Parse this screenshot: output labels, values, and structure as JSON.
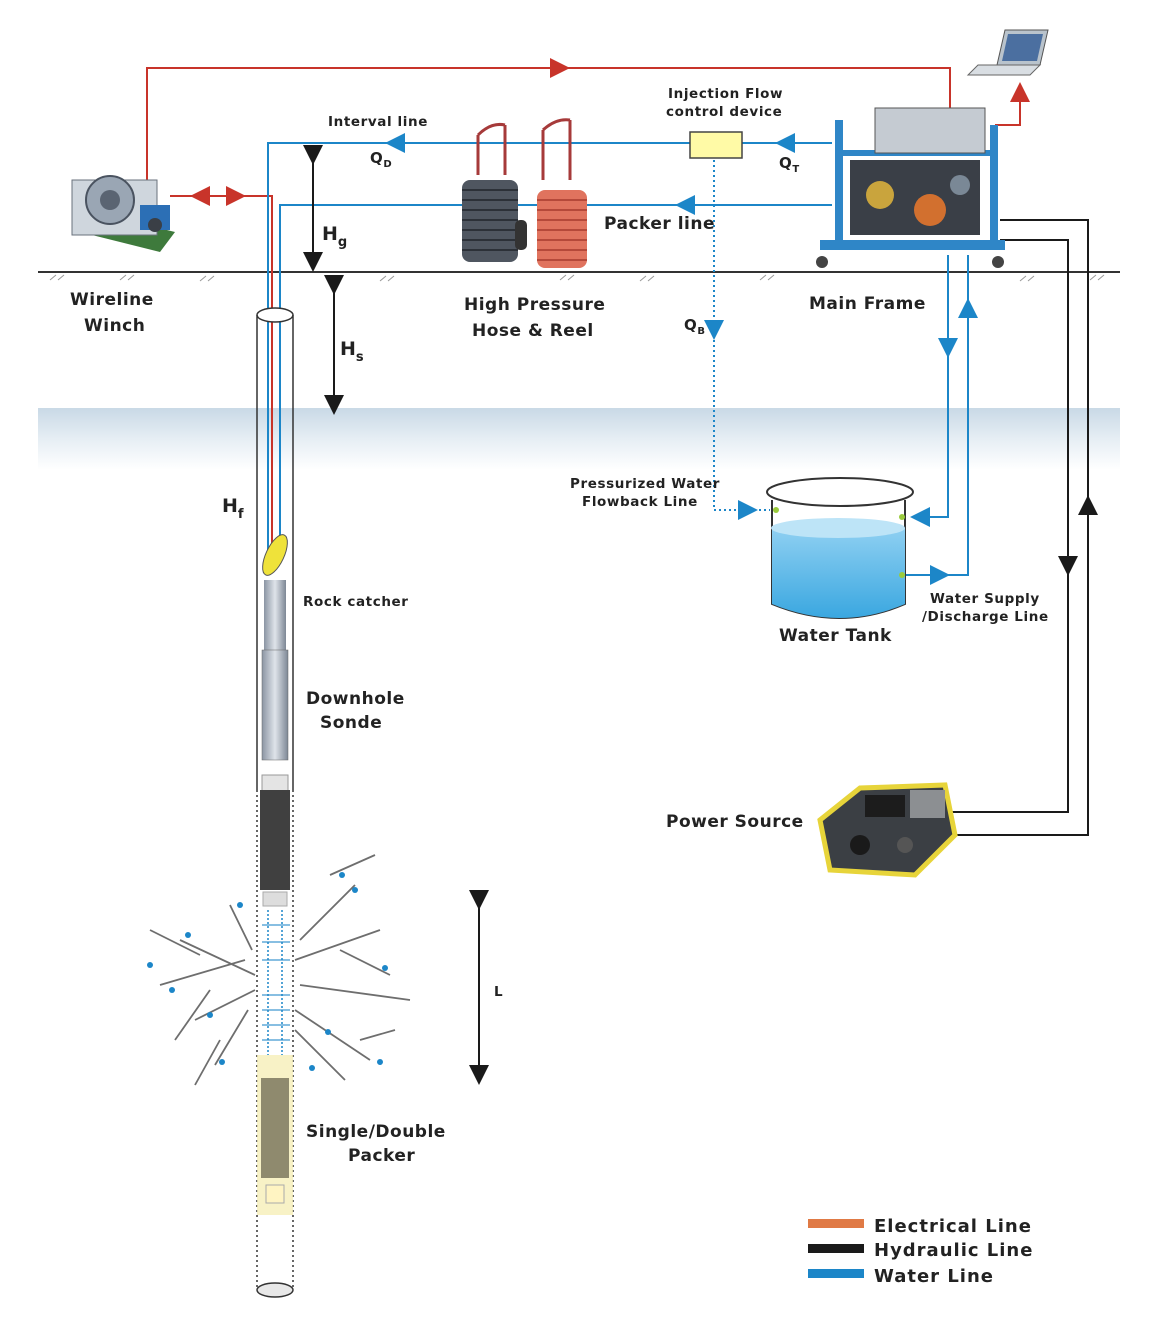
{
  "labels": {
    "wireline_winch": [
      "Wireline",
      "Winch"
    ],
    "interval_line": "Interval  line",
    "injection_flow": [
      "Injection Flow",
      "control device"
    ],
    "packer_line": "Packer  line",
    "high_pressure": [
      "High Pressure",
      "Hose & Reel"
    ],
    "main_frame": "Main Frame",
    "pressurized_water": [
      "Pressurized Water",
      "Flowback Line"
    ],
    "water_tank": "Water Tank",
    "water_supply": [
      "Water Supply",
      "/Discharge Line"
    ],
    "rock_catcher": "Rock catcher",
    "downhole_sonde": [
      "Downhole",
      "Sonde"
    ],
    "power_source": "Power Source",
    "single_double_packer": [
      "Single/Double",
      "Packer"
    ],
    "length_L": "L"
  },
  "symbols": {
    "Hg": {
      "base": "H",
      "sub": "g"
    },
    "Hs": {
      "base": "H",
      "sub": "s"
    },
    "Hf": {
      "base": "H",
      "sub": "f"
    },
    "QD": {
      "base": "Q",
      "sub": "D"
    },
    "QT": {
      "base": "Q",
      "sub": "T"
    },
    "QB": {
      "base": "Q",
      "sub": "B"
    }
  },
  "legend": [
    {
      "label": "Electrical  Line",
      "color": "#e07a45"
    },
    {
      "label": "Hydraulic  Line",
      "color": "#1a1a1a"
    },
    {
      "label": "Water  Line",
      "color": "#1c86c8"
    }
  ],
  "colors": {
    "electrical_signal": "#c8342a",
    "water": "#1c86c8",
    "hydraulic": "#1a1a1a",
    "groundwater_band": "#dbe6ee"
  }
}
